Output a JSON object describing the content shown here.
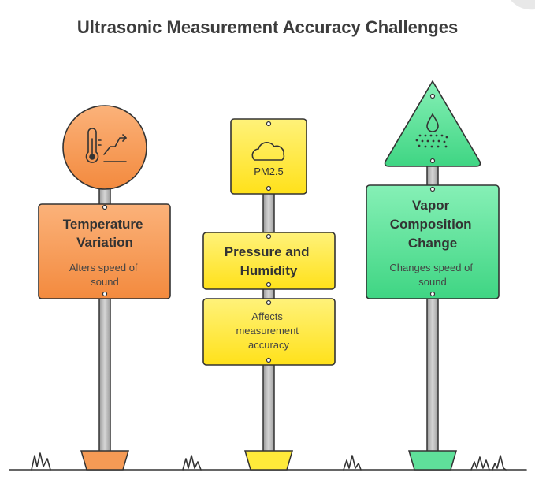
{
  "title": "Ultrasonic Measurement Accuracy Challenges",
  "colors": {
    "orange": "#f59a55",
    "yellow": "#ffea3a",
    "green": "#5fe09a",
    "pole": "#b8b8b8",
    "outline": "#333333"
  },
  "signs": [
    {
      "title_lines": [
        "Temperature",
        "Variation"
      ],
      "body_lines": [
        "Alters speed of",
        "sound"
      ],
      "icon": "thermometer-graph-icon"
    },
    {
      "title_lines": [
        "Pressure and",
        "Humidity"
      ],
      "body_lines": [
        "Affects",
        "measurement",
        "accuracy"
      ],
      "icon": "pm25-cloud-icon",
      "icon_text": "PM2.5"
    },
    {
      "title_lines": [
        "Vapor",
        "Composition",
        "Change"
      ],
      "body_lines": [
        "Changes speed of",
        "sound"
      ],
      "icon": "vapor-droplet-icon"
    }
  ]
}
